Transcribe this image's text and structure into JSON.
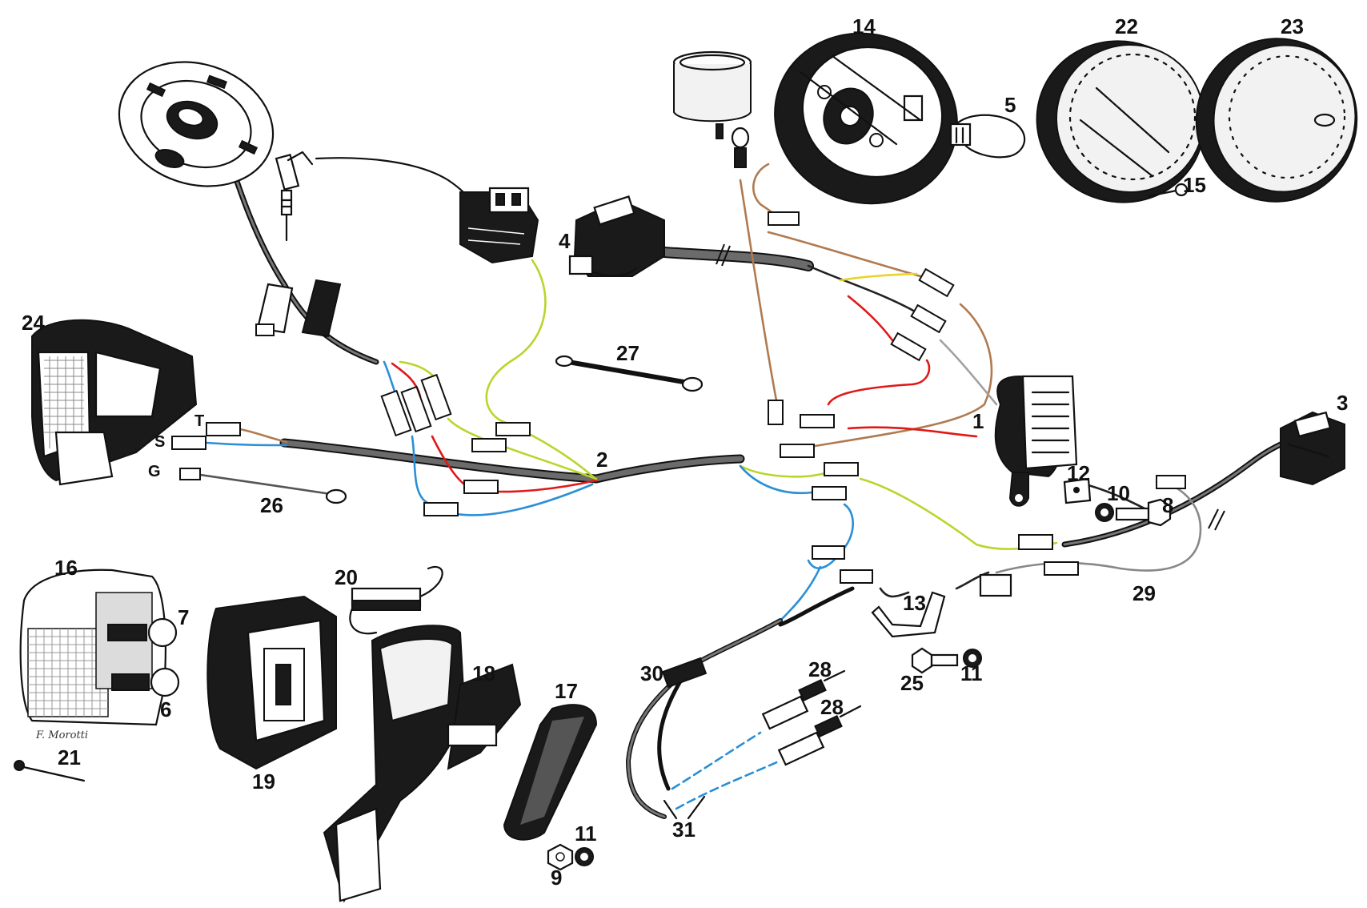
{
  "colors": {
    "ink": "#111111",
    "harness_grey": "#6b6b6b",
    "wire_brown": "#b07a50",
    "wire_blue": "#2a8fd6",
    "wire_red": "#e01818",
    "wire_yellow_green": "#b8d62a",
    "wire_grey": "#a0a0a0",
    "wire_dark": "#222222"
  },
  "terminal_labels": {
    "T": "T",
    "S": "S",
    "G": "G"
  },
  "parts": {
    "p1": "1",
    "p2": "2",
    "p3": "3",
    "p4": "4",
    "p5": "5",
    "p6": "6",
    "p7": "7",
    "p8": "8",
    "p9": "9",
    "p10": "10",
    "p11a": "11",
    "p11b": "11",
    "p12": "12",
    "p13": "13",
    "p14": "14",
    "p15": "15",
    "p16": "16",
    "p17": "17",
    "p18": "18",
    "p19": "19",
    "p20": "20",
    "p21": "21",
    "p22": "22",
    "p23": "23",
    "p24": "24",
    "p25": "25",
    "p26": "26",
    "p27": "27",
    "p28a": "28",
    "p28b": "28",
    "p29": "29",
    "p30": "30",
    "p31": "31"
  },
  "artist_signature": "F. Morotti",
  "icons": {
    "stator_plate": "stator-plate-icon",
    "ignition_coil": "ignition-coil-icon",
    "spark_plug_cap": "spark-plug-cap-icon",
    "headlight_housing": "headlight-housing-icon",
    "headlight_lens": "headlight-lens-icon",
    "bulb": "bulb-icon",
    "switch": "switch-icon",
    "horn": "horn-icon",
    "tail_light": "tail-light-icon",
    "speedometer": "speedometer-icon"
  }
}
